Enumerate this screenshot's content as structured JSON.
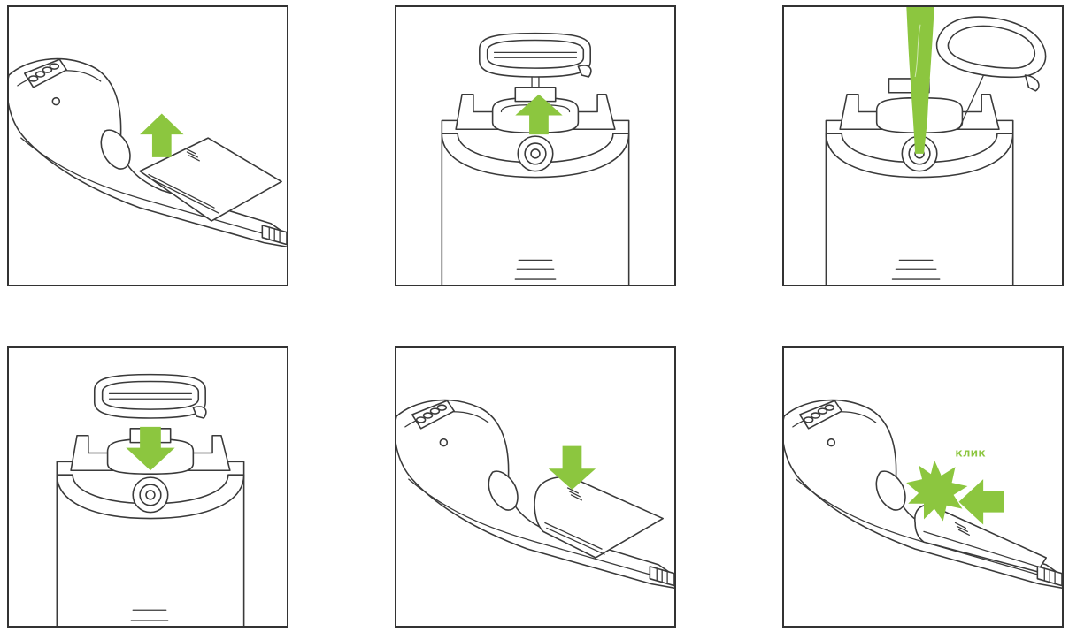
{
  "colors": {
    "accent": "#8cc63f",
    "line": "#3a3a3a",
    "frame": "#333333",
    "background": "#ffffff"
  },
  "steps": [
    {
      "illustration": "handle-reservoir-lift",
      "arrow": "up-arrow-icon"
    },
    {
      "illustration": "tank-cap-removed",
      "arrow": "up-arrow-icon"
    },
    {
      "illustration": "tank-filling-water",
      "arrow": "water-stream-icon"
    },
    {
      "illustration": "tank-cap-insert",
      "arrow": "down-arrow-icon"
    },
    {
      "illustration": "handle-reservoir-insert",
      "arrow": "down-arrow-icon"
    },
    {
      "illustration": "handle-reservoir-click",
      "arrow": "left-arrow-icon"
    }
  ],
  "step6": {
    "click_label": "КЛИК"
  }
}
